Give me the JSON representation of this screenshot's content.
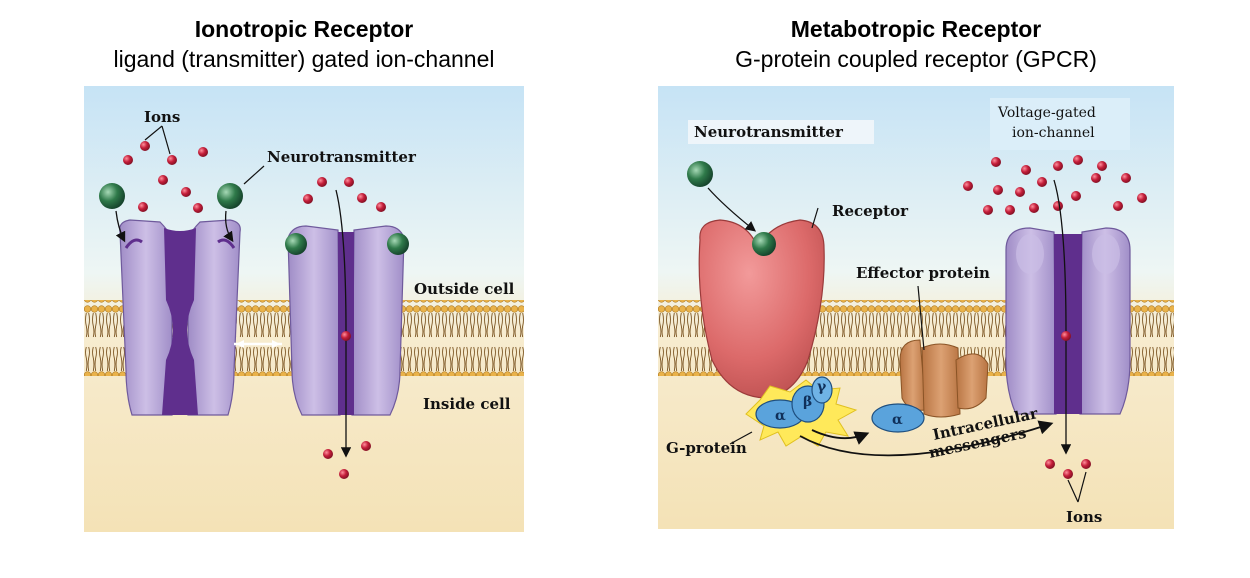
{
  "left": {
    "title": "Ionotropic Receptor",
    "subtitle": "ligand (transmitter) gated ion-channel",
    "labels": {
      "ions": "Ions",
      "neurotransmitter": "Neurotransmitter",
      "outside": "Outside cell",
      "inside": "Inside cell"
    }
  },
  "right": {
    "title": "Metabotropic Receptor",
    "subtitle": "G-protein coupled receptor (GPCR)",
    "labels": {
      "neurotransmitter": "Neurotransmitter",
      "receptor": "Receptor",
      "effector": "Effector protein",
      "voltage_line1": "Voltage-gated",
      "voltage_line2": "ion-channel",
      "gprotein": "G-protein",
      "intracellular": "Intracellular",
      "messengers": "messengers",
      "ions": "Ions",
      "alpha": "α",
      "beta": "β",
      "gamma": "γ"
    }
  },
  "colors": {
    "sky_top": "#c9e4f4",
    "cytoplasm": "#f5e6c3",
    "channel": "#b7a6d6",
    "channel_pore": "#5f2f8d",
    "receptor": "#dc6a6a",
    "gprotein": "#5aa3dc",
    "effector": "#c98a55",
    "ion": "#c41e3a",
    "neurotransmitter": "#2f7a4a",
    "starburst": "#ffe95a"
  }
}
